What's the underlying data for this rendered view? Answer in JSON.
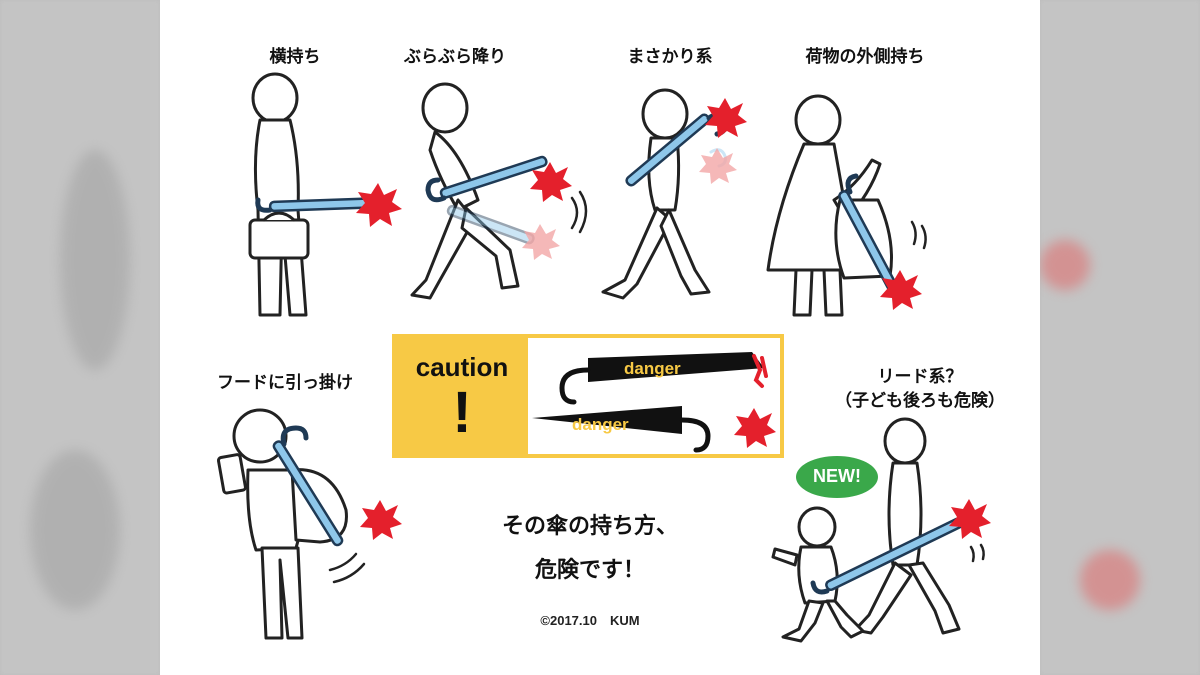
{
  "labels": {
    "horizontal": "横持ち",
    "swinging": "ぶらぶら降り",
    "reverse": "まさかり系",
    "outside_bag": "荷物の外側持ち",
    "hood": "フードに引っ掛け",
    "lead_line1": "リード系？",
    "lead_line2": "（子ども後ろも危険）"
  },
  "caution": {
    "word": "caution",
    "mark": "!",
    "danger1": "danger",
    "danger2": "danger"
  },
  "badge": {
    "new": "NEW!"
  },
  "title": {
    "line1": "その傘の持ち方、",
    "line2": "危険です！"
  },
  "copyright": "©2017.10　KUM",
  "colors": {
    "umbrella": "#8ec7ea",
    "danger_burst": "#e4202c",
    "caution_yellow": "#f7c945",
    "new_green": "#3aa84a"
  }
}
